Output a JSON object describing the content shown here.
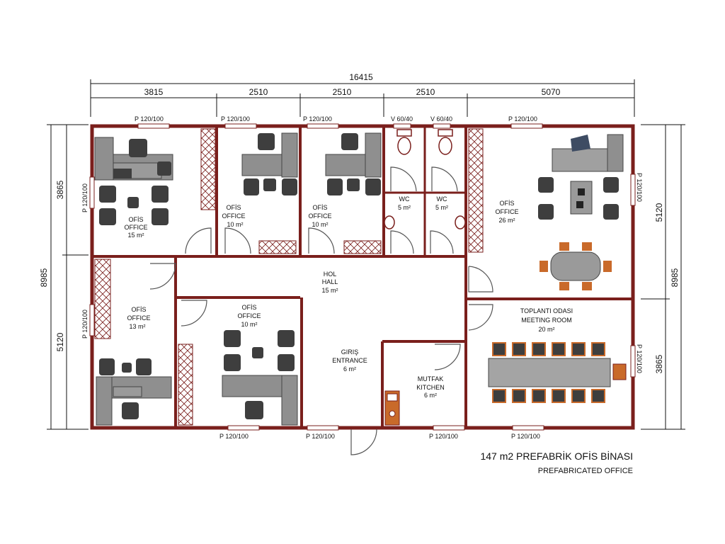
{
  "dimensions": {
    "overall_width": "16415",
    "top_segments": [
      "3815",
      "2510",
      "2510",
      "2510",
      "5070"
    ],
    "overall_height_left": "8985",
    "overall_height_right": "8985",
    "left_segments": [
      "3865",
      "5120"
    ],
    "right_segments": [
      "5120",
      "3865"
    ]
  },
  "openings": {
    "top_1": "P 120/100",
    "top_2": "P 120/100",
    "top_3": "P 120/100",
    "top_4": "V 60/40",
    "top_5": "V 60/40",
    "top_6": "P 120/100",
    "left_1": "P 120/100",
    "left_2": "P 120/100",
    "right_1": "P 120/100",
    "right_2": "P 120/100",
    "bottom_1": "P 120/100",
    "bottom_2": "P 120/100",
    "bottom_3": "P 120/100",
    "bottom_4": "P 120/100"
  },
  "rooms": {
    "office_tl": {
      "tr": "OFİS",
      "en": "OFFICE",
      "area": "15 m²"
    },
    "office_2": {
      "tr": "OFİS",
      "en": "OFFICE",
      "area": "10 m²"
    },
    "office_3": {
      "tr": "OFİS",
      "en": "OFFICE",
      "area": "10 m²"
    },
    "wc_1": {
      "tr": "WC",
      "area": "5 m²"
    },
    "wc_2": {
      "tr": "WC",
      "area": "5 m²"
    },
    "office_big": {
      "tr": "OFİS",
      "en": "OFFICE",
      "area": "26 m²"
    },
    "hall": {
      "tr": "HOL",
      "en": "HALL",
      "area": "15 m²"
    },
    "office_bl": {
      "tr": "OFİS",
      "en": "OFFICE",
      "area": "13 m²"
    },
    "office_bc": {
      "tr": "OFİS",
      "en": "OFFICE",
      "area": "10 m²"
    },
    "entrance": {
      "tr": "GIRIŞ",
      "en": "ENTRANCE",
      "area": "6 m²"
    },
    "kitchen": {
      "tr": "MUTFAK",
      "en": "KITCHEN",
      "area": "6 m²"
    },
    "meeting": {
      "tr": "TOPLANTI ODASI",
      "en": "MEETING ROOM",
      "area": "20 m²"
    }
  },
  "caption": {
    "title": "147 m2 PREFABRİK OFİS BİNASI",
    "subtitle": "PREFABRICATED OFFICE"
  },
  "colors": {
    "wall": "#7a1f1c",
    "furniture": "#8f8f8f",
    "chair": "#3e3e3e",
    "wood": "#c96a2a"
  }
}
